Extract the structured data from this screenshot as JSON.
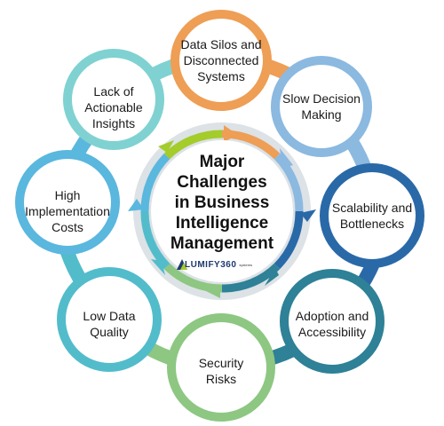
{
  "center": {
    "title": "Major\nChallenges\nin Business\nIntelligence\nManagement",
    "logo_text": "LUMIFY360",
    "logo_suffix": "systems"
  },
  "nodes": [
    {
      "label": "Data Silos and\nDisconnected\nSystems",
      "color": "#EE9E55"
    },
    {
      "label": "Slow Decision\nMaking",
      "color": "#8BB9E0"
    },
    {
      "label": "Scalability and\nBottlenecks",
      "color": "#2A69A8"
    },
    {
      "label": "Adoption and\nAccessibility",
      "color": "#2E8196"
    },
    {
      "label": "Security\nRisks",
      "color": "#8DC782"
    },
    {
      "label": "Low Data\nQuality",
      "color": "#52BCCB"
    },
    {
      "label": "High\nImplementation\nCosts",
      "color": "#5AB7DE"
    },
    {
      "label": "Lack of\nActionable\nInsights",
      "color": "#7FD2D1"
    }
  ]
}
